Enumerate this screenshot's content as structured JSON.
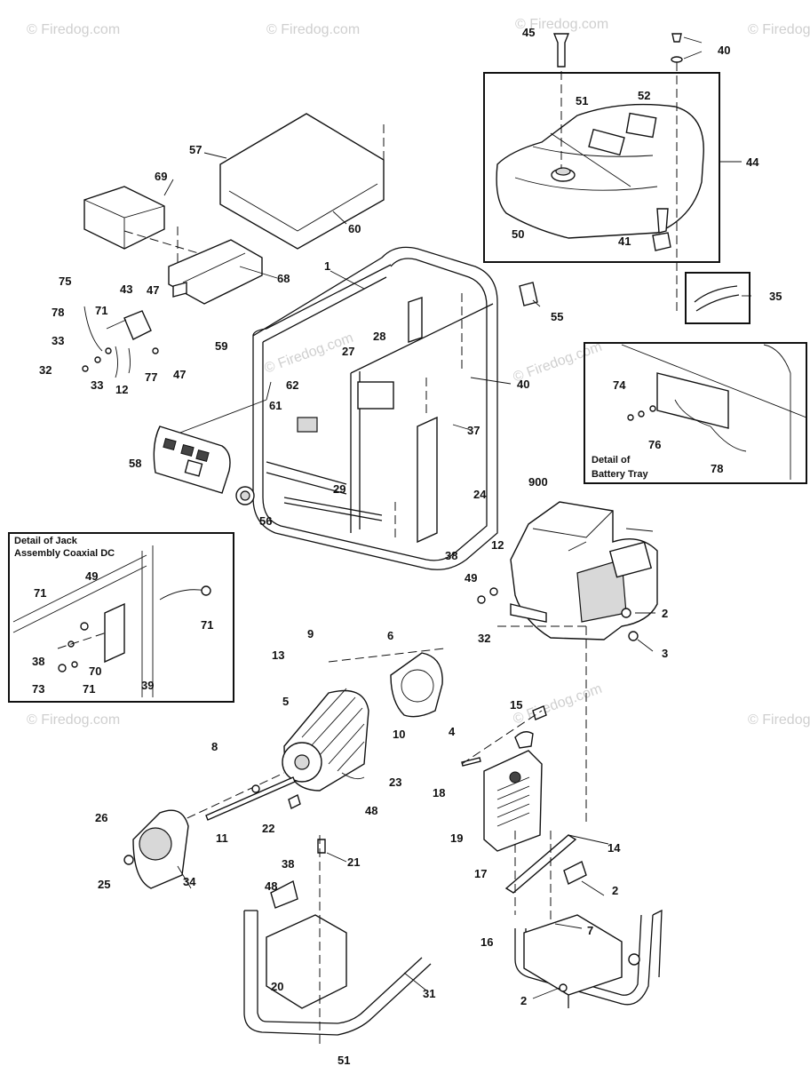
{
  "watermarks": [
    "© Firedog.com",
    "© Firedog.com",
    "© Firedog.com",
    "© Firedog.com",
    "© Firedog.com",
    "© Firedog.com",
    "© Firedog.com",
    "© Firedog.com",
    "© Firedog.com"
  ],
  "detail_boxes": {
    "battery_tray": {
      "line1": "Detail of",
      "line2": "Battery Tray"
    },
    "jack_assembly": {
      "line1": "Detail of Jack",
      "line2": "Assembly Coaxial DC"
    }
  },
  "page_number": "51",
  "callouts": [
    {
      "id": "c45",
      "text": "45"
    },
    {
      "id": "c40a",
      "text": "40"
    },
    {
      "id": "c51",
      "text": "51"
    },
    {
      "id": "c52",
      "text": "52"
    },
    {
      "id": "c44",
      "text": "44"
    },
    {
      "id": "c50",
      "text": "50"
    },
    {
      "id": "c41",
      "text": "41"
    },
    {
      "id": "c35",
      "text": "35"
    },
    {
      "id": "c57",
      "text": "57"
    },
    {
      "id": "c69",
      "text": "69"
    },
    {
      "id": "c60",
      "text": "60"
    },
    {
      "id": "c1",
      "text": "1"
    },
    {
      "id": "c55",
      "text": "55"
    },
    {
      "id": "c75",
      "text": "75"
    },
    {
      "id": "c43",
      "text": "43"
    },
    {
      "id": "c47a",
      "text": "47"
    },
    {
      "id": "c68",
      "text": "68"
    },
    {
      "id": "c78a",
      "text": "78"
    },
    {
      "id": "c71a",
      "text": "71"
    },
    {
      "id": "c33a",
      "text": "33"
    },
    {
      "id": "c32a",
      "text": "32"
    },
    {
      "id": "c33b",
      "text": "33"
    },
    {
      "id": "c12a",
      "text": "12"
    },
    {
      "id": "c77",
      "text": "77"
    },
    {
      "id": "c47b",
      "text": "47"
    },
    {
      "id": "c59",
      "text": "59"
    },
    {
      "id": "c27",
      "text": "27"
    },
    {
      "id": "c28",
      "text": "28"
    },
    {
      "id": "c40b",
      "text": "40"
    },
    {
      "id": "c62",
      "text": "62"
    },
    {
      "id": "c61",
      "text": "61"
    },
    {
      "id": "c37",
      "text": "37"
    },
    {
      "id": "c74",
      "text": "74"
    },
    {
      "id": "c76",
      "text": "76"
    },
    {
      "id": "c78b",
      "text": "78"
    },
    {
      "id": "c58",
      "text": "58"
    },
    {
      "id": "c29",
      "text": "29"
    },
    {
      "id": "c24",
      "text": "24"
    },
    {
      "id": "c56",
      "text": "56"
    },
    {
      "id": "c900",
      "text": "900"
    },
    {
      "id": "c38a",
      "text": "38"
    },
    {
      "id": "c12b",
      "text": "12"
    },
    {
      "id": "c49a",
      "text": "49"
    },
    {
      "id": "c2a",
      "text": "2"
    },
    {
      "id": "c32b",
      "text": "32"
    },
    {
      "id": "c3",
      "text": "3"
    },
    {
      "id": "c49b",
      "text": "49"
    },
    {
      "id": "c71b",
      "text": "71"
    },
    {
      "id": "c71c",
      "text": "71"
    },
    {
      "id": "c38b",
      "text": "38"
    },
    {
      "id": "c70",
      "text": "70"
    },
    {
      "id": "c73",
      "text": "73"
    },
    {
      "id": "c71d",
      "text": "71"
    },
    {
      "id": "c39",
      "text": "39"
    },
    {
      "id": "c9",
      "text": "9"
    },
    {
      "id": "c6",
      "text": "6"
    },
    {
      "id": "c13",
      "text": "13"
    },
    {
      "id": "c5",
      "text": "5"
    },
    {
      "id": "c10",
      "text": "10"
    },
    {
      "id": "c4",
      "text": "4"
    },
    {
      "id": "c15",
      "text": "15"
    },
    {
      "id": "c8",
      "text": "8"
    },
    {
      "id": "c23",
      "text": "23"
    },
    {
      "id": "c18",
      "text": "18"
    },
    {
      "id": "c48a",
      "text": "48"
    },
    {
      "id": "c26",
      "text": "26"
    },
    {
      "id": "c11",
      "text": "11"
    },
    {
      "id": "c22",
      "text": "22"
    },
    {
      "id": "c19",
      "text": "19"
    },
    {
      "id": "c14",
      "text": "14"
    },
    {
      "id": "c25",
      "text": "25"
    },
    {
      "id": "c34",
      "text": "34"
    },
    {
      "id": "c21",
      "text": "21"
    },
    {
      "id": "c17",
      "text": "17"
    },
    {
      "id": "c38c",
      "text": "38"
    },
    {
      "id": "c2b",
      "text": "2"
    },
    {
      "id": "c48b",
      "text": "48"
    },
    {
      "id": "c7",
      "text": "7"
    },
    {
      "id": "c16",
      "text": "16"
    },
    {
      "id": "c20",
      "text": "20"
    },
    {
      "id": "c31",
      "text": "31"
    },
    {
      "id": "c2c",
      "text": "2"
    }
  ]
}
